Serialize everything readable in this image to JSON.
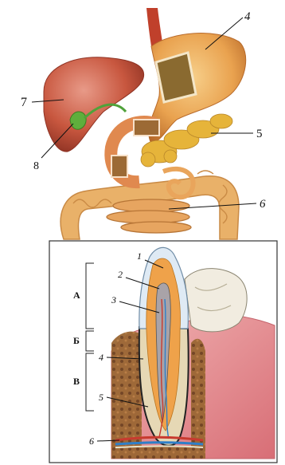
{
  "digestive": {
    "labels": {
      "liver": "7",
      "gallbladder": "8",
      "stomach": "4",
      "pancreas": "5",
      "intestine": "6"
    }
  },
  "tooth": {
    "numbers": {
      "enamel": "1",
      "dentin": "2",
      "pulp": "3",
      "cement": "4",
      "periodontium": "5",
      "vessels": "6"
    },
    "regions": {
      "crown": "А",
      "neck": "Б",
      "root": "В"
    }
  },
  "colors": {
    "liver": "#c8573f",
    "stomach": "#e9a24f",
    "pancreas": "#e6b43a",
    "intestine": "#e9b169",
    "gum": "#e58f93",
    "bone": "#8a5a2e",
    "enamel": "#dfeaf4"
  }
}
